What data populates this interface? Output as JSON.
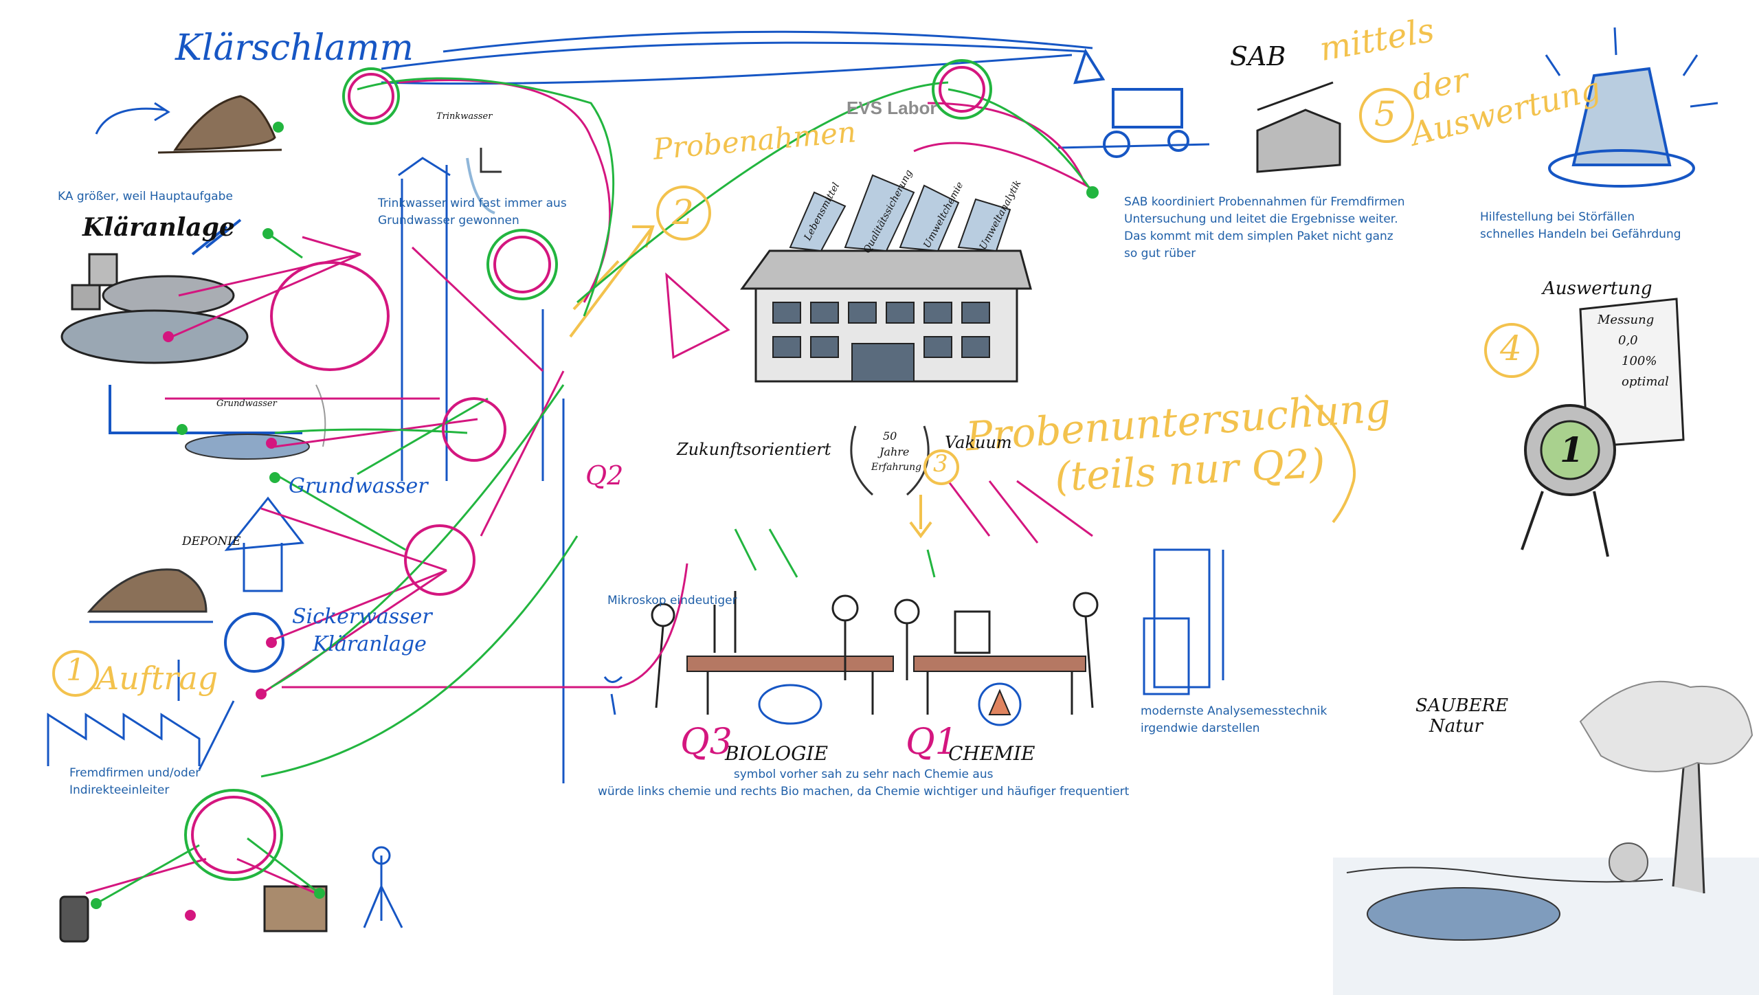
{
  "logo": "EVS Labor",
  "titles": {
    "klaerschlamm": "Klärschlamm",
    "klaeranlage": "Kläranlage",
    "trinkwasser_small": "Trinkwasser",
    "grundwasser_small": "Grundwasser",
    "grundwasser": "Grundwasser",
    "deponie": "DEPONIE",
    "sickerwasser": "Sickerwasser",
    "sickerwasser_klaeranlage": "Kläranlage",
    "auftrag": "Auftrag",
    "probenahmen": "Probenahmen",
    "sab": "SAB",
    "mittels": "mittels",
    "der": "der",
    "auswertung_orange": "Auswertung",
    "auswertung": "Auswertung",
    "probenuntersuchung": "Probenuntersuchung",
    "teils_nur_q2": "(teils nur Q2)",
    "zukunftsorientiert": "Zukunftsorientiert",
    "vakuum": "Vakuum",
    "biologie": "BIOLOGIE",
    "chemie": "CHEMIE",
    "saubere": "SAUBERE",
    "natur": "Natur",
    "q1": "Q1",
    "q2": "Q2",
    "q3": "Q3"
  },
  "roof_labels": [
    "Lebensmittel",
    "Qualitätssicherung",
    "Umweltchemie",
    "Umweltanalytik"
  ],
  "checklist": [
    "Messung",
    "0,0",
    "100%",
    "optimal"
  ],
  "laurel": [
    "50",
    "Jahre",
    "Erfahrung"
  ],
  "steps": {
    "s1": "1",
    "s2": "2",
    "s3": "3",
    "s4": "4",
    "s5": "5"
  },
  "badge_number": "1",
  "notes": {
    "ka": "KA größer, weil Hauptaufgabe",
    "trinkwasser": "Trinkwasser wird fast immer aus\nGrundwasser gewonnen",
    "sab": "SAB koordiniert Probennahmen für Fremdfirmen\nUntersuchung und leitet die Ergebnisse weiter.\nDas kommt mit dem simplen Paket nicht ganz\nso gut rüber",
    "hilfe": "Hilfestellung bei Störfällen\nschnelles Handeln bei Gefährdung",
    "mikroskop": "Mikroskop eindeutiger",
    "analyse": "modernste Analysemesstechnik\nirgendwie darstellen",
    "fremdfirmen": "Fremdfirmen und/oder\nIndirekteeinleiter",
    "symbol": "symbol vorher sah zu sehr nach Chemie aus\nwürde links chemie und rechts Bio machen, da Chemie wichtiger und häufiger frequentiert"
  },
  "colors": {
    "magenta": "#d4167f",
    "green": "#22b53f",
    "blue": "#1656c4",
    "orange": "#f3c24d",
    "sketch": "#2b2b2b",
    "note_blue": "#1f5fa8"
  }
}
